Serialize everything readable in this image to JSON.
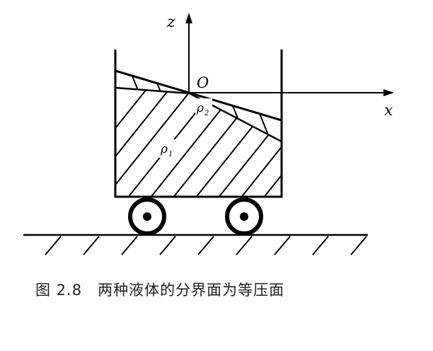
{
  "figure": {
    "axis_z_label": "z",
    "axis_x_label": "x",
    "origin_label": "O",
    "rho_upper_label": "ρ",
    "rho_upper_sub": "2",
    "rho_lower_label": "ρ",
    "rho_lower_sub": "1"
  },
  "caption": {
    "number": "图 2.8",
    "text": "两种液体的分界面为等压面"
  }
}
